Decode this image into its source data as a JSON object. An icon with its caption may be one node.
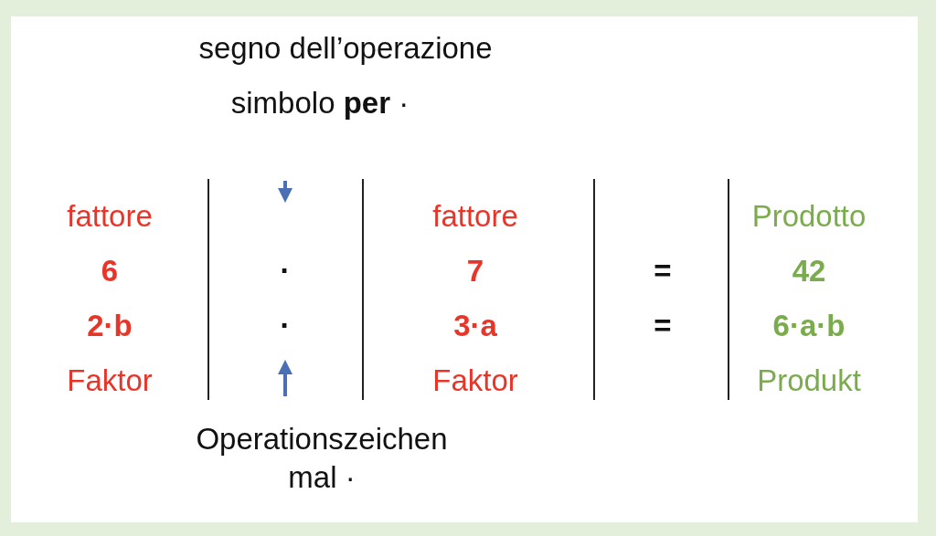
{
  "diagram": {
    "labels": [
      "segno dell’operazione",
      "simbolo **per** ·",
      "fattore",
      "fattore",
      "Prodotto",
      "6",
      "·",
      "7",
      "=",
      "42",
      "2·b",
      "·",
      "3·a",
      "=",
      "6·a·b",
      "Faktor",
      "Faktor",
      "Produkt",
      "Operationszeichen mal ·"
    ]
  }
}
